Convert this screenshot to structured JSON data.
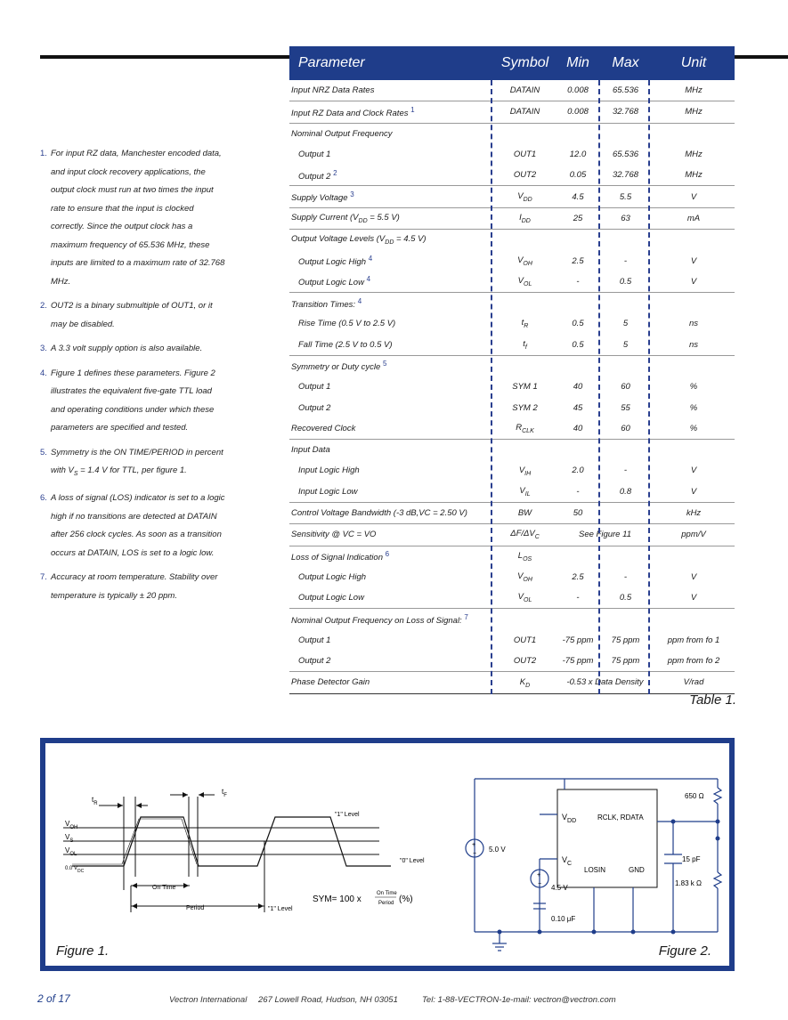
{
  "table": {
    "headers": [
      "Parameter",
      "Symbol",
      "Min",
      "Max",
      "Unit"
    ],
    "caption": "Table 1.",
    "rows": [
      {
        "p": "Input NRZ Data Rates",
        "sym": "DATAIN",
        "min": "0.008",
        "max": "65.536",
        "unit": "MHz",
        "ind": false,
        "bt": false
      },
      {
        "p": "Input RZ Data and Clock Rates",
        "sup": "1",
        "sym": "DATAIN",
        "min": "0.008",
        "max": "32.768",
        "unit": "MHz",
        "ind": false,
        "bt": true
      },
      {
        "p": "Nominal Output Frequency",
        "sym": "",
        "min": "",
        "max": "",
        "unit": "",
        "ind": false,
        "bt": true
      },
      {
        "p": "Output 1",
        "sym": "OUT1",
        "min": "12.0",
        "max": "65.536",
        "unit": "MHz",
        "ind": true,
        "bt": false
      },
      {
        "p": "Output 2",
        "sup": "2",
        "sym": "OUT2",
        "min": "0.05",
        "max": "32.768",
        "unit": "MHz",
        "ind": true,
        "bt": false
      },
      {
        "p": "Supply Voltage",
        "sup": "3",
        "sym": "V",
        "symsub": "DD",
        "min": "4.5",
        "max": "5.5",
        "unit": "V",
        "ind": false,
        "bt": true
      },
      {
        "p": "Supply Current (V",
        "psub": "DD",
        "ptail": " = 5.5 V)",
        "sym": "I",
        "symsub": "DD",
        "min": "25",
        "max": "63",
        "unit": "mA",
        "ind": false,
        "bt": true
      },
      {
        "p": "Output Voltage Levels (V",
        "psub": "DD",
        "ptail": " = 4.5 V)",
        "sym": "",
        "min": "",
        "max": "",
        "unit": "",
        "ind": false,
        "bt": true
      },
      {
        "p": "Output Logic High",
        "sup": "4",
        "sym": "V",
        "symsub": "OH",
        "min": "2.5",
        "max": "-",
        "unit": "V",
        "ind": true,
        "bt": false
      },
      {
        "p": "Output Logic Low",
        "sup": "4",
        "sym": "V",
        "symsub": "OL",
        "min": "-",
        "max": "0.5",
        "unit": "V",
        "ind": true,
        "bt": false
      },
      {
        "p": "Transition Times:",
        "sup": "4",
        "sym": "",
        "min": "",
        "max": "",
        "unit": "",
        "ind": false,
        "bt": true
      },
      {
        "p": "Rise Time (0.5 V to 2.5 V)",
        "sym": "t",
        "symsub": "R",
        "min": "0.5",
        "max": "5",
        "unit": "ns",
        "ind": true,
        "bt": false
      },
      {
        "p": "Fall Time (2.5 V to 0.5 V)",
        "sym": "t",
        "symsub": "f",
        "min": "0.5",
        "max": "5",
        "unit": "ns",
        "ind": true,
        "bt": false
      },
      {
        "p": "Symmetry or Duty cycle",
        "sup": "5",
        "sym": "",
        "min": "",
        "max": "",
        "unit": "",
        "ind": false,
        "bt": true
      },
      {
        "p": "Output 1",
        "sym": "SYM 1",
        "min": "40",
        "max": "60",
        "unit": "%",
        "ind": true,
        "bt": false
      },
      {
        "p": "Output 2",
        "sym": "SYM 2",
        "min": "45",
        "max": "55",
        "unit": "%",
        "ind": true,
        "bt": false
      },
      {
        "p": "Recovered Clock",
        "sym": "R",
        "symsub": "CLK",
        "min": "40",
        "max": "60",
        "unit": "%",
        "ind": false,
        "bt": false
      },
      {
        "p": "Input Data",
        "sym": "",
        "min": "",
        "max": "",
        "unit": "",
        "ind": false,
        "bt": true
      },
      {
        "p": "Input Logic High",
        "sym": "V",
        "symsub": "IH",
        "min": "2.0",
        "max": "-",
        "unit": "V",
        "ind": true,
        "bt": false
      },
      {
        "p": "Input Logic Low",
        "sym": "V",
        "symsub": "IL",
        "min": "-",
        "max": "0.8",
        "unit": "V",
        "ind": true,
        "bt": false
      },
      {
        "p": "Control Voltage Bandwidth (-3 dB,VC = 2.50 V)",
        "sym": "BW",
        "min": "50",
        "max": "",
        "unit": "kHz",
        "ind": false,
        "bt": true
      },
      {
        "p": "Sensitivity @ VC = VO",
        "sym": "ΔF/ΔV",
        "symsub": "C",
        "merged": "See Figure 11",
        "unit": "ppm/V",
        "ind": false,
        "bt": true
      },
      {
        "p": "Loss of Signal Indication",
        "sup": "6",
        "sym": "L",
        "symsub": "OS",
        "min": "",
        "max": "",
        "unit": "",
        "ind": false,
        "bt": true
      },
      {
        "p": "Output Logic High",
        "sym": "V",
        "symsub": "OH",
        "min": "2.5",
        "max": "-",
        "unit": "V",
        "ind": true,
        "bt": false
      },
      {
        "p": "Output Logic Low",
        "sym": "V",
        "symsub": "OL",
        "min": "-",
        "max": "0.5",
        "unit": "V",
        "ind": true,
        "bt": false
      },
      {
        "p": "Nominal Output Frequency on Loss of Signal:",
        "sup": "7",
        "sym": "",
        "min": "",
        "max": "",
        "unit": "",
        "ind": false,
        "bt": true
      },
      {
        "p": "Output 1",
        "sym": "OUT1",
        "min": "-75 ppm",
        "max": "75 ppm",
        "unit": "ppm from fo 1",
        "ind": true,
        "bt": false
      },
      {
        "p": "Output 2",
        "sym": "OUT2",
        "min": "-75 ppm",
        "max": "75 ppm",
        "unit": "ppm from fo 2",
        "ind": true,
        "bt": false
      },
      {
        "p": "Phase Detector Gain",
        "sym": "K",
        "symsub": "D",
        "merged": "-0.53 x Data Density",
        "unit": "V/rad",
        "ind": false,
        "bt": true
      }
    ]
  },
  "notes": [
    {
      "n": "1.",
      "t": "For input RZ data, Manchester encoded data, and input clock recovery applications, the output clock must run at two times the input rate to ensure that the input is clocked correctly. Since the output clock has a maximum frequency of 65.536 MHz, these inputs are limited to a maximum rate of 32.768 MHz."
    },
    {
      "n": "2.",
      "t": "OUT2 is a binary submultiple of OUT1, or it may be disabled."
    },
    {
      "n": "3.",
      "t": "A 3.3 volt supply option is also available."
    },
    {
      "n": "4.",
      "t": "Figure 1 defines these parameters. Figure 2 illustrates the equivalent five-gate TTL load and operating conditions under which these parameters are specified and tested."
    },
    {
      "n": "5.",
      "t": "Symmetry is the ON TIME/PERIOD in percent with V",
      "sub": "S",
      "tail": " = 1.4 V for TTL, per figure 1."
    },
    {
      "n": "6.",
      "t": "A loss of signal (LOS) indicator is set to a logic high if no transitions are detected at DATAIN after 256 clock cycles. As soon as a transition occurs at DATAIN, LOS is set to a logic low."
    },
    {
      "n": "7.",
      "t": "Accuracy at room temperature. Stability over temperature is typically ± 20 ppm."
    }
  ],
  "fig1": {
    "caption": "Figure 1.",
    "tr": "t",
    "tr_sub": "R",
    "tf": "t",
    "tf_sub": "F",
    "voh": "V",
    "voh_sub": "OH",
    "vs": "V",
    "vs_sub": "S",
    "vol": "V",
    "vol_sub": "OL",
    "vdc": "0.0 V",
    "vdc_sub": "DC",
    "one_level": "\"1\" Level",
    "zero_level": "\"0\" Level",
    "one_level2": "\"1\" Level",
    "on_time": "On Time",
    "period": "Period",
    "sym_label": "SYM= 100 x",
    "frac_top": "On Time",
    "frac_bottom": "Period",
    "pct": "(%)"
  },
  "fig2": {
    "caption": "Figure 2.",
    "v5": "5.0 V",
    "v45": "4.5 V",
    "cap1": "0.10 μF",
    "vdd": "V",
    "vdd_sub": "DD",
    "rclk": "RCLK, RDATA",
    "vc": "V",
    "vc_sub": "C",
    "losin": "LOSIN",
    "gnd": "GND",
    "r1": "650 Ω",
    "c2": "15 pF",
    "r2": "1.83 k Ω"
  },
  "footer": {
    "page": "2 of 17",
    "company": "Vectron International",
    "address": "267 Lowell Road, Hudson, NH 03051",
    "tel": "Tel: 1-88-VECTRON-1",
    "email": "e-mail: vectron@vectron.com"
  }
}
